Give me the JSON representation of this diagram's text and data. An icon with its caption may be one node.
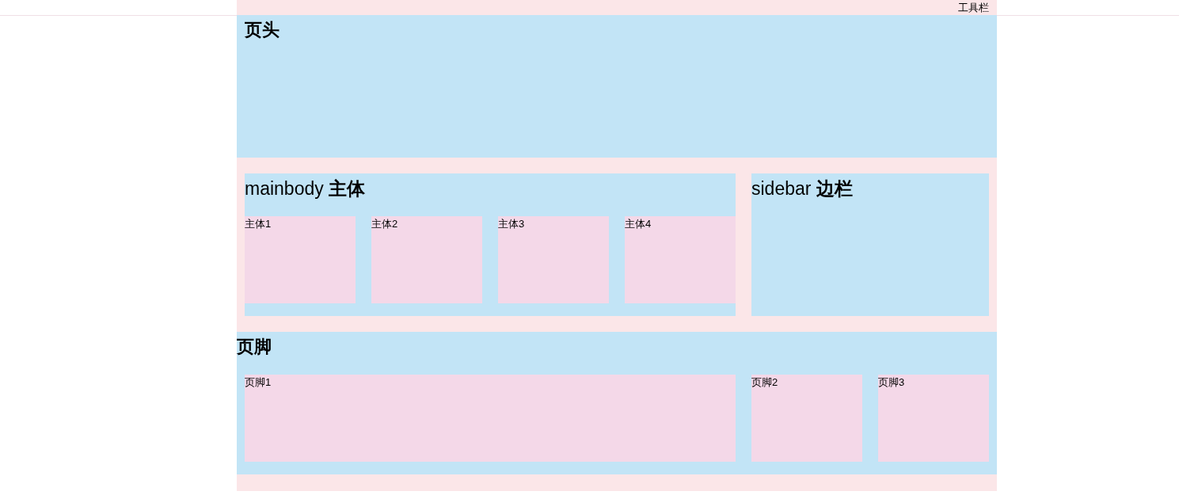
{
  "diagram": {
    "nodes": [
      {
        "text": [
          "工具栏"
        ]
      },
      {
        "text": [
          "页头"
        ]
      },
      {
        "text": [
          "mainbody **主体**"
        ]
      },
      {
        "text": [
          "主体1"
        ],
        "in": 2
      },
      {
        "text": [
          "主体2"
        ],
        "in": 2
      },
      {
        "text": [
          "主体3"
        ],
        "in": 2
      },
      {
        "text": [
          "主体4"
        ],
        "in": 2
      },
      {
        "text": [
          "sidebar **边栏**"
        ]
      },
      {
        "text": [
          "页脚"
        ]
      },
      {
        "text": [
          "页脚1"
        ],
        "in": 8
      },
      {
        "text": [
          "页脚2"
        ],
        "in": 8
      },
      {
        "text": [
          "页脚3"
        ],
        "in": 8
      }
    ]
  }
}
